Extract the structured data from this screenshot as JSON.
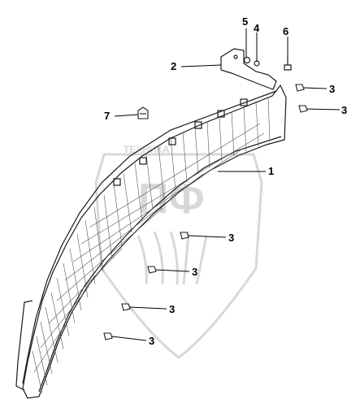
{
  "watermark": {
    "caption": "ТЕХНИКА",
    "monogram": "ПФ",
    "color": "#d8d8d8"
  },
  "callouts": {
    "fender": "1",
    "bracket": "2",
    "clip_a": "3",
    "clip_b": "3",
    "clip_c": "3",
    "clip_d": "3",
    "clip_e": "3",
    "clip_f": "3",
    "nut": "4",
    "washer": "5",
    "bolt": "6",
    "retainer": "7"
  },
  "colors": {
    "line": "#000000",
    "part_outline": "#1a1a1a",
    "mesh": "#555555"
  }
}
